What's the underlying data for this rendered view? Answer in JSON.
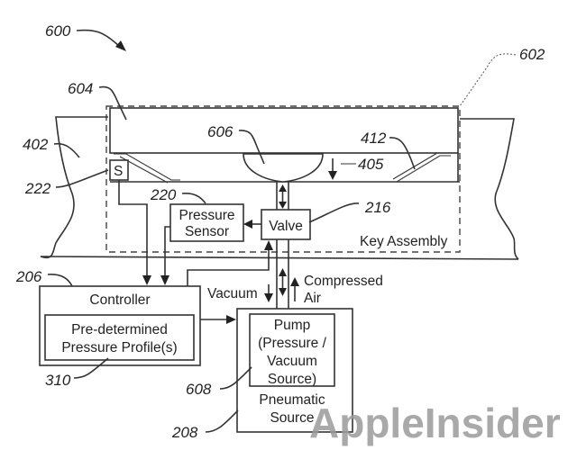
{
  "figure": {
    "refs": {
      "r600": "600",
      "r602": "602",
      "r604": "604",
      "r606": "606",
      "r402": "402",
      "r412": "412",
      "r405": "405",
      "r222": "222",
      "r220": "220",
      "r216": "216",
      "r206": "206",
      "r310": "310",
      "r608": "608",
      "r208": "208"
    },
    "labels": {
      "sensor_symbol": "S",
      "pressure_sensor": [
        "Pressure",
        "Sensor"
      ],
      "valve": "Valve",
      "key_assembly": "Key Assembly",
      "controller": "Controller",
      "profile": [
        "Pre-determined",
        "Pressure Profile(s)"
      ],
      "vacuum": "Vacuum",
      "compressed_air": [
        "Compressed",
        "Air"
      ],
      "pump": [
        "Pump",
        "(Pressure /",
        "Vacuum",
        "Source)"
      ],
      "pneumatic_source": [
        "Pneumatic",
        "Source"
      ]
    },
    "watermark": "AppleInsider"
  }
}
